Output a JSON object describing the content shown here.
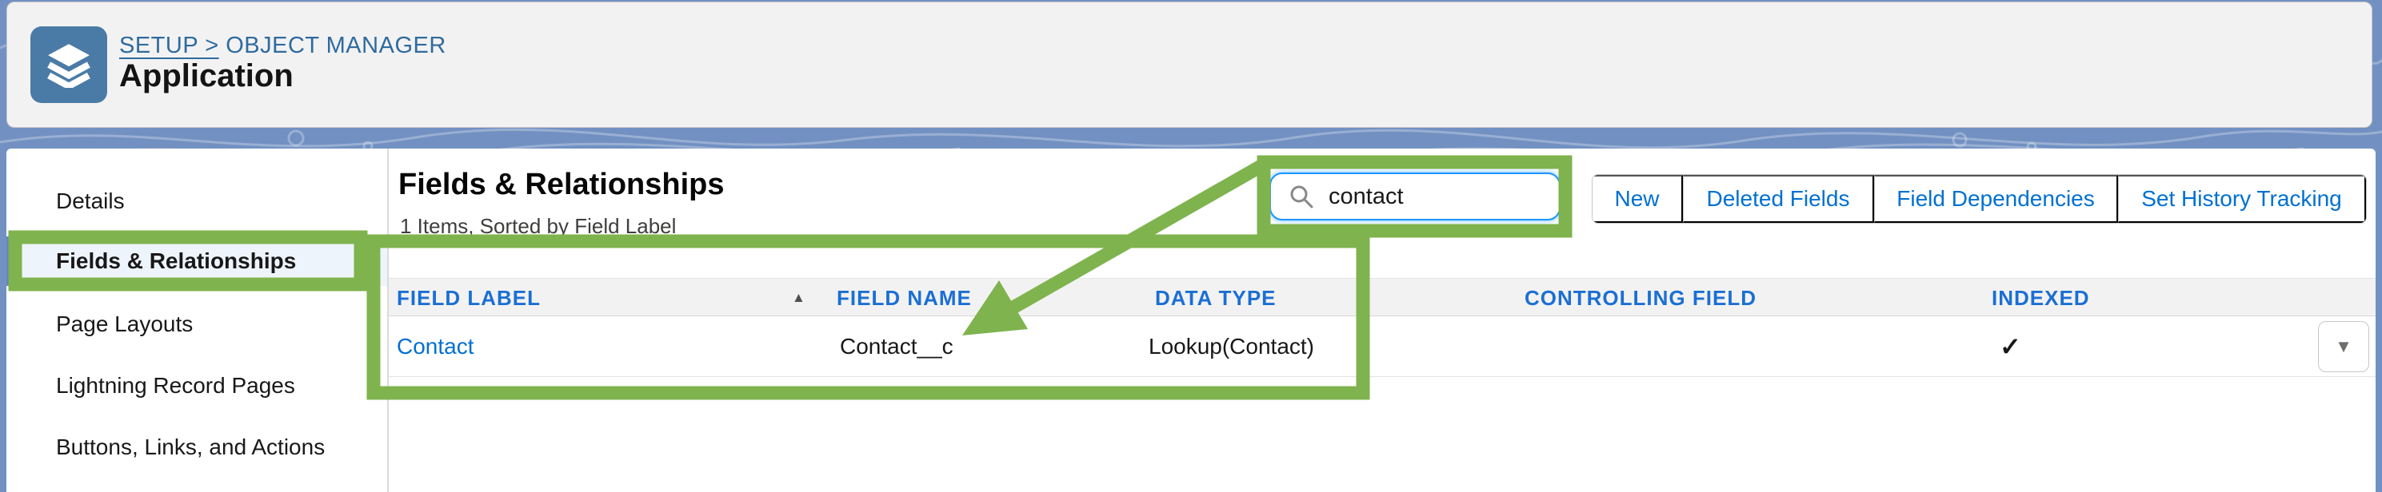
{
  "page_header": {
    "breadcrumb": {
      "link": "SETUP >",
      "current": "OBJECT MANAGER"
    },
    "title": "Application",
    "icon": "layers-icon"
  },
  "sidebar": {
    "items": [
      {
        "label": "Details",
        "selected": false
      },
      {
        "label": "Fields & Relationships",
        "selected": true
      },
      {
        "label": "Page Layouts",
        "selected": false
      },
      {
        "label": "Lightning Record Pages",
        "selected": false
      },
      {
        "label": "Buttons, Links, and Actions",
        "selected": false
      }
    ]
  },
  "main": {
    "heading": "Fields & Relationships",
    "subheading": "1 Items, Sorted by Field Label",
    "search": {
      "value": "contact",
      "icon": "search-icon"
    },
    "toolbar_buttons": [
      "New",
      "Deleted Fields",
      "Field Dependencies",
      "Set History Tracking"
    ],
    "table": {
      "columns": [
        "FIELD LABEL",
        "FIELD NAME",
        "DATA TYPE",
        "CONTROLLING FIELD",
        "INDEXED"
      ],
      "sort_column": "FIELD LABEL",
      "sort_direction": "ascending",
      "rows": [
        {
          "field_label": "Contact",
          "field_name": "Contact__c",
          "data_type": "Lookup(Contact)",
          "controlling_field": "",
          "indexed_glyph": "✓",
          "row_menu_icon": "▼"
        }
      ]
    }
  },
  "icons": {
    "sort_asc": "▲",
    "row_menu": "▼",
    "indexed_check": "✓"
  },
  "colors": {
    "annotation_green": "#7FB34E",
    "link_blue": "#0070d2",
    "column_header_blue": "#1a6fd4",
    "breadcrumb_blue": "#2f6b9f",
    "object_icon_bg": "#4a7ba6",
    "selected_item_bg": "#eef4fb",
    "page_background_blue": "#7291c2",
    "search_focus_blue": "#1b96ff"
  }
}
